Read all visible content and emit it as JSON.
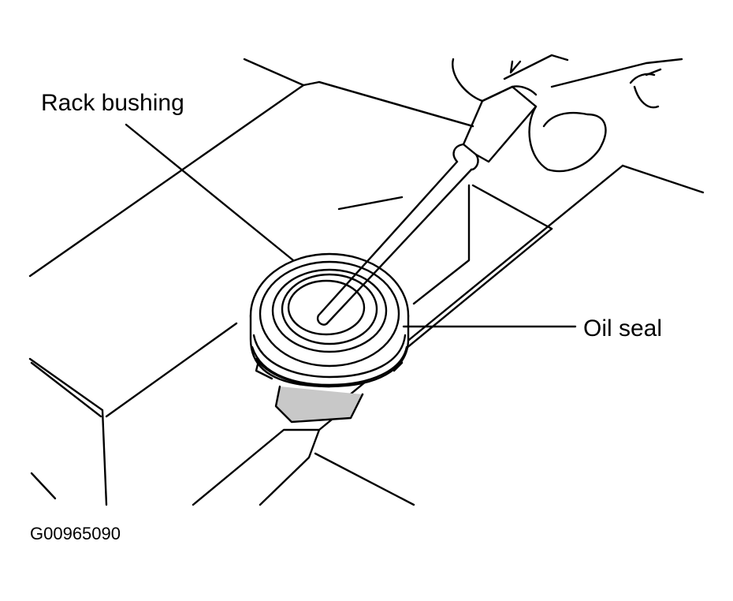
{
  "labels": {
    "rack_bushing": "Rack bushing",
    "oil_seal": "Oil seal"
  },
  "figure_id": "G00965090",
  "colors": {
    "ink": "#000000",
    "paper": "#ffffff",
    "shade": "#bdbdbd"
  }
}
